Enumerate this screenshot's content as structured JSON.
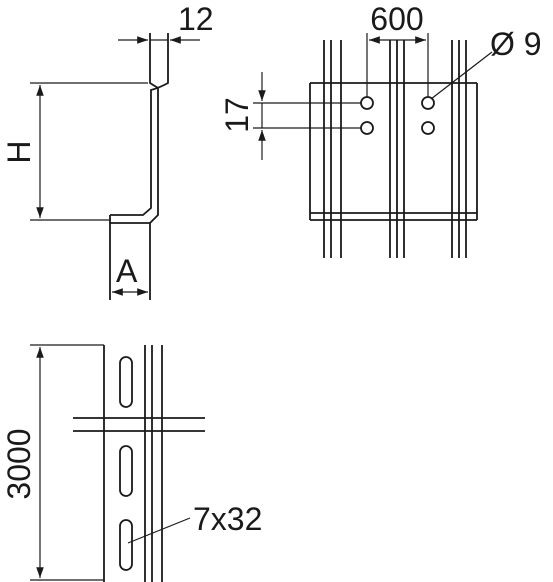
{
  "drawing": {
    "dim_flange": "12",
    "dim_height": "H",
    "dim_width": "A",
    "dim_spacing": "600",
    "dim_hole_pitch": "17",
    "dim_hole_diameter": "Ø 9",
    "dim_length": "3000",
    "dim_slot": "7x32",
    "colors": {
      "line": "#1a1a1a",
      "background": "#ffffff"
    }
  }
}
